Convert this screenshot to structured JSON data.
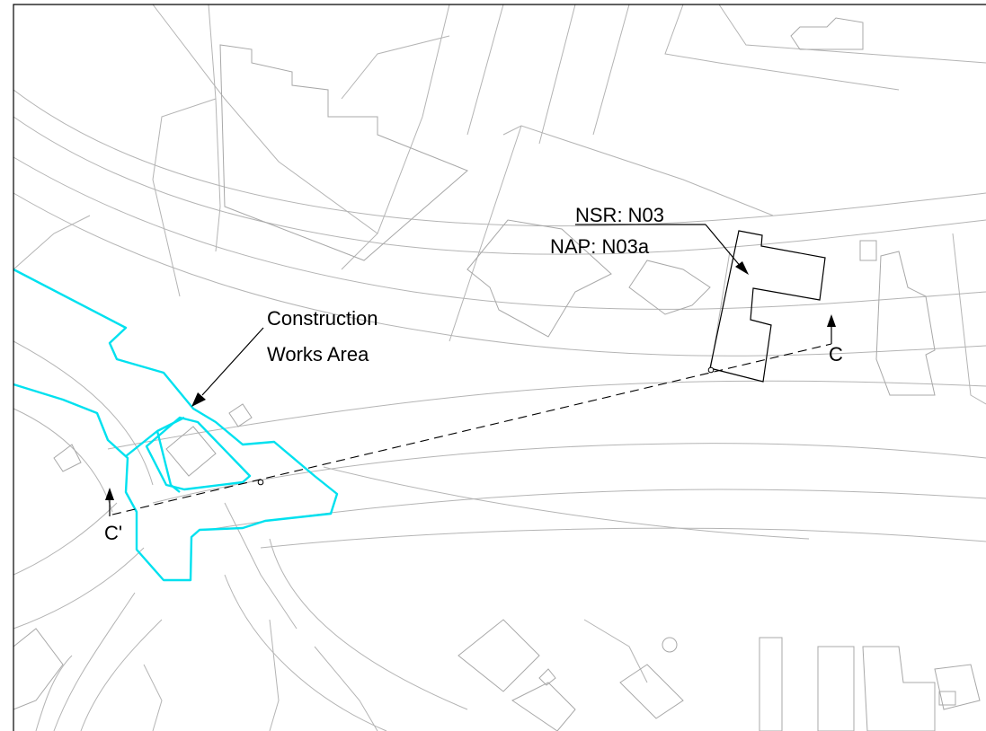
{
  "labels": {
    "nsr": "NSR: N03",
    "nap": "NAP: N03a",
    "construction_line1": "Construction",
    "construction_line2": "Works Area",
    "section_c": "C",
    "section_c_prime": "C'"
  },
  "colors": {
    "background": "#ffffff",
    "basemap": "#b4b4b4",
    "works_area": "#00e1ef",
    "annotation": "#000000",
    "frame": "#000000"
  }
}
